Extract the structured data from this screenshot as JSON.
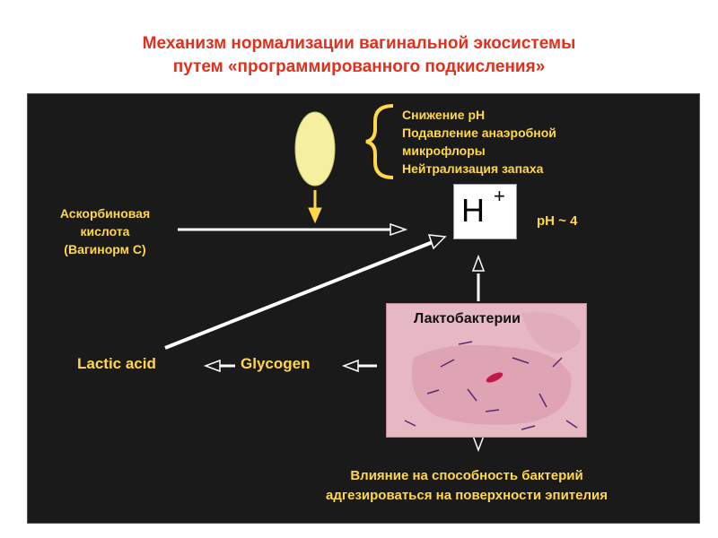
{
  "title": {
    "line1": "Механизм нормализации вагинальной экосистемы",
    "line2": "путем «программированного подкисления»"
  },
  "effects": [
    "Снижение pH",
    "Подавление анаэробной",
    "микрофлоры",
    "Нейтрализация запаха"
  ],
  "ascorbic": [
    "Аскорбиновая",
    "кислота",
    "(Вагинорм С)"
  ],
  "h_plus": {
    "symbol": "H",
    "sup": "+"
  },
  "ph_label": "pH ~ 4",
  "lactobacteria_label": "Лактобактерии",
  "lactic_acid": "Lactic acid",
  "glycogen": "Glycogen",
  "influence": [
    "Влияние на способность бактерий",
    "адгезироваться на поверхности эпителия"
  ],
  "colors": {
    "title": "#e0301e",
    "text": "#ffd84a",
    "panel": "#1a1a1a",
    "pill": "#f5f0a0"
  }
}
